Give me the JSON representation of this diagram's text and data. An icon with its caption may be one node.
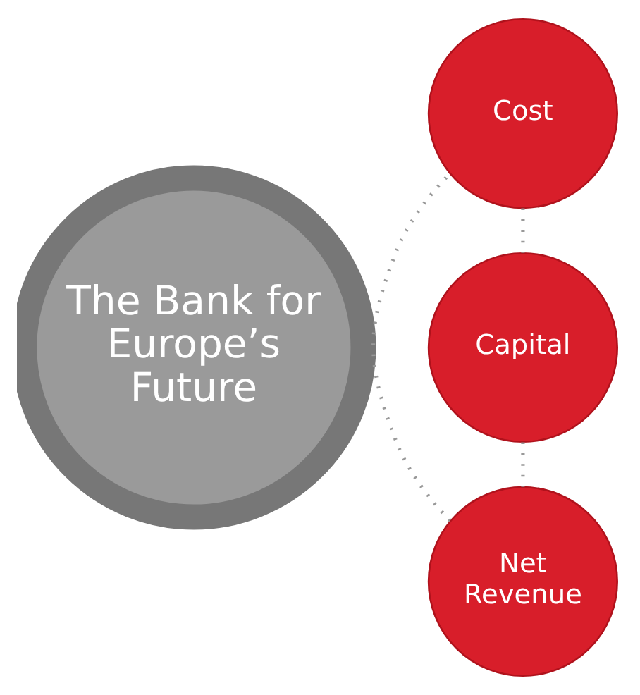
{
  "diagram": {
    "nodes": [
      {
        "text": [
          "The Bank for Europe’s Future"
        ]
      },
      {
        "text": [
          "Cost"
        ]
      },
      {
        "text": [
          "Capital"
        ]
      },
      {
        "text": [
          "Net Revenue"
        ]
      }
    ],
    "edges": [
      {
        "from": 1,
        "to": 2,
        "arrow": "none",
        "style": "dashed"
      },
      {
        "from": 2,
        "to": 3,
        "arrow": "none",
        "style": "dashed"
      },
      {
        "from": 3,
        "to": 1,
        "arrow": "none",
        "style": "dashed"
      }
    ]
  }
}
